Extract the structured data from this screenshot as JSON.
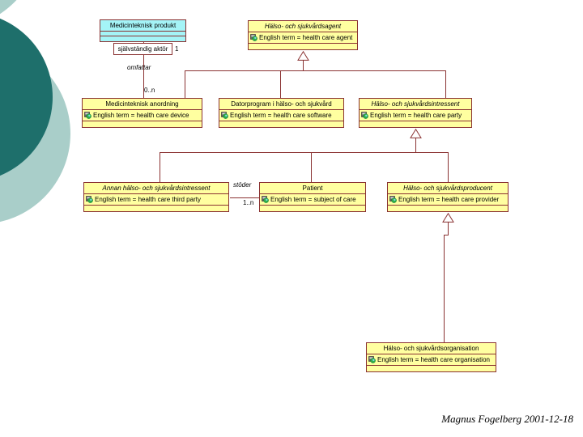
{
  "slide": {
    "footer": "Magnus Fogelberg 2001-12-18",
    "colors": {
      "class_fill": "#ffffa0",
      "class_border": "#8a3232",
      "produkt_fill": "#a4f4f7",
      "connector": "#8a3232",
      "decor_circle_dark": "#1e6f6b",
      "decor_circle_light": "#a9cec9"
    }
  },
  "diagram": {
    "classes": {
      "produkt": {
        "title": "Medicinteknisk produkt"
      },
      "agent": {
        "title": "Hälso- och sjukvårdsagent",
        "term": "English term = health care agent"
      },
      "anordning": {
        "title": "Medicinteknisk anordning",
        "term": "English term = health care device"
      },
      "datorprogram": {
        "title": "Datorprogram i hälso- och sjukvård",
        "term": "English term = health care software"
      },
      "intressent": {
        "title": "Hälso- och sjukvårdsintressent",
        "term": "English term = health care party"
      },
      "annan": {
        "title": "Annan hälso- och sjukvårdsintressent",
        "term": "English term = health care third party"
      },
      "patient": {
        "title": "Patient",
        "term": "English term = subject of care"
      },
      "producent": {
        "title": "Hälso- och sjukvårdsproducent",
        "term": "English term = health care provider"
      },
      "organisation": {
        "title": "Hälso- och sjukvårdsorganisation",
        "term": "English term = health care organisation"
      }
    },
    "labels": {
      "role": "självständig aktör",
      "role_multiplicity": "1",
      "association_omfattar": "omfattar",
      "multiplicity_0n": "0..n",
      "association_stoder": "stöder",
      "multiplicity_1n": "1..n"
    }
  }
}
